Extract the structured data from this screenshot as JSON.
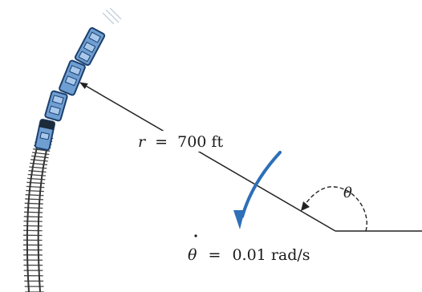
{
  "figure": {
    "radius_label": {
      "symbol": "r",
      "equals": "=",
      "value": "700 ft"
    },
    "angle_label": {
      "symbol": "θ"
    },
    "rate_label": {
      "symbol": "θ",
      "equals": "=",
      "value": "0.01 rad/s"
    }
  },
  "colors": {
    "track": "#333333",
    "car_fill": "#6f9fd2",
    "car_window": "#a8c8ec",
    "car_outline": "#1c3f6e",
    "rotation_arrow": "#2d6fb8",
    "lines": "#222222"
  }
}
